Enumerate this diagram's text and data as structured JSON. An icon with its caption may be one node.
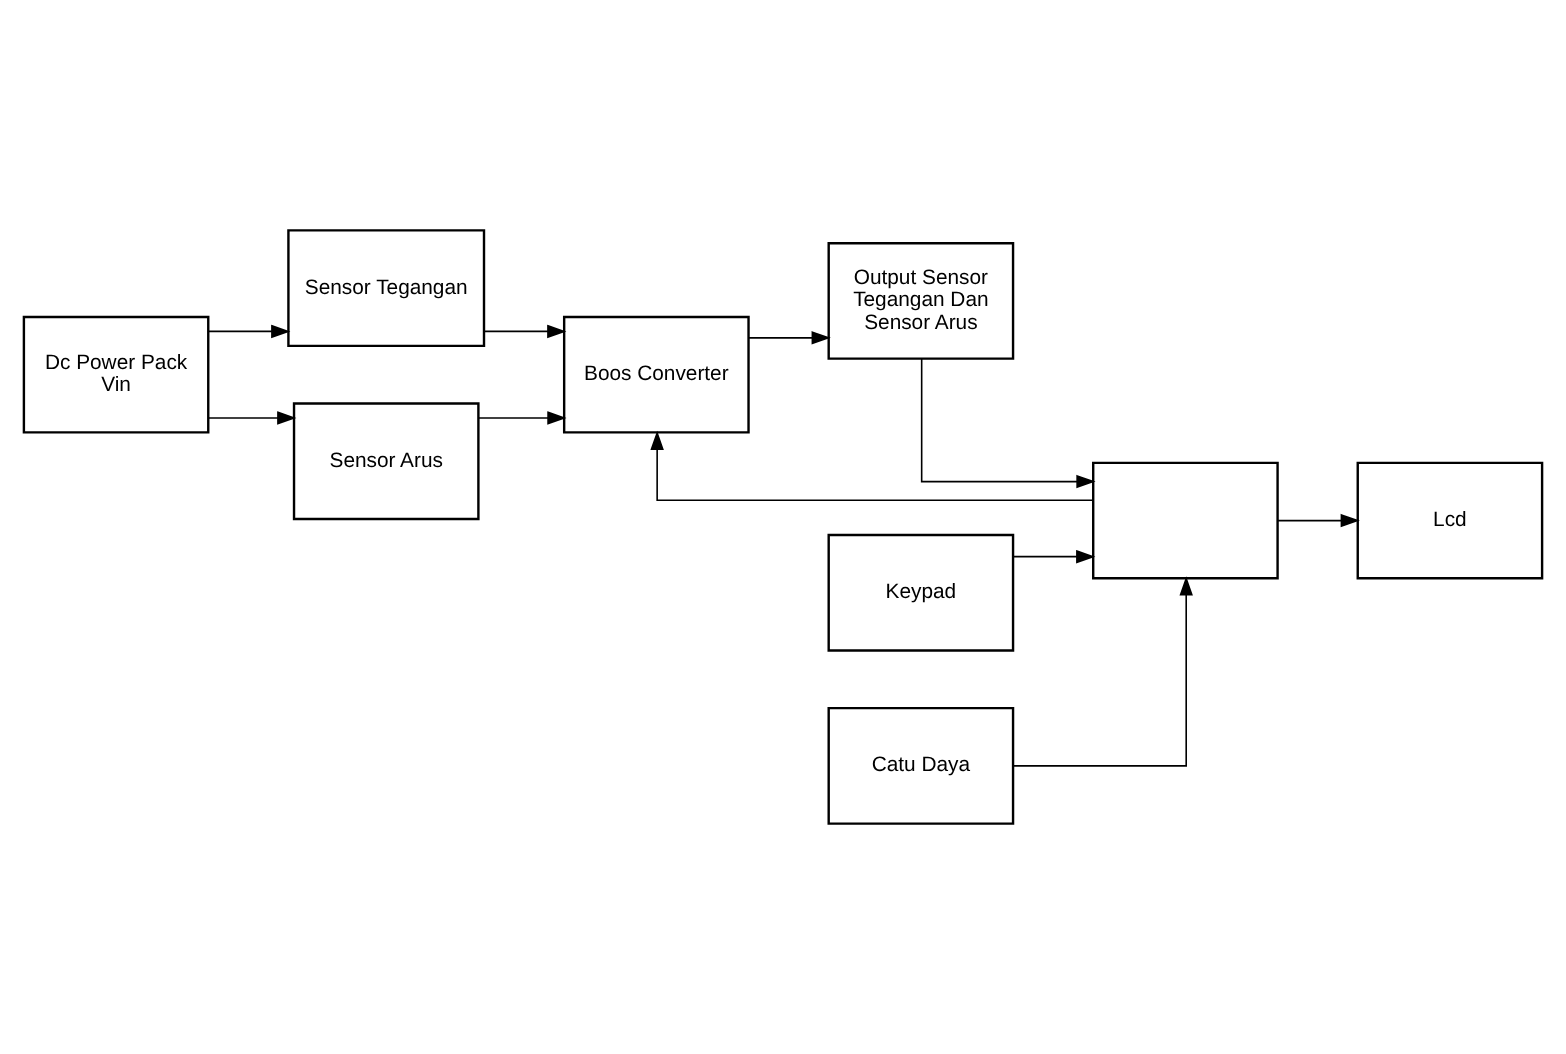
{
  "diagram": {
    "nodes": [
      {
        "text": [
          "Dc Power Pack Vin"
        ]
      },
      {
        "text": [
          "Sensor Tegangan"
        ]
      },
      {
        "text": [
          "Sensor Arus"
        ]
      },
      {
        "text": [
          "Boos Converter"
        ]
      },
      {
        "text": [
          "Output Sensor Tegangan Dan Sensor Arus"
        ]
      },
      {
        "text": [
          "Keypad"
        ]
      },
      {
        "text": [],
        "shape": "box"
      },
      {
        "text": [
          "Lcd"
        ]
      },
      {
        "text": [
          "Catu Daya"
        ]
      }
    ],
    "edges": [
      {
        "from": 0,
        "to": 1,
        "arrow": "to"
      },
      {
        "from": 0,
        "to": 2,
        "arrow": "to"
      },
      {
        "from": 1,
        "to": 3,
        "arrow": "to"
      },
      {
        "from": 2,
        "to": 3,
        "arrow": "to"
      },
      {
        "from": 3,
        "to": 4,
        "arrow": "to"
      },
      {
        "from": 6,
        "to": 3,
        "arrow": "to"
      },
      {
        "from": 4,
        "to": 6,
        "arrow": "to"
      },
      {
        "from": 5,
        "to": 6,
        "arrow": "to"
      },
      {
        "from": 6,
        "to": 7,
        "arrow": "to"
      },
      {
        "from": 8,
        "to": 6,
        "arrow": "to"
      }
    ]
  }
}
